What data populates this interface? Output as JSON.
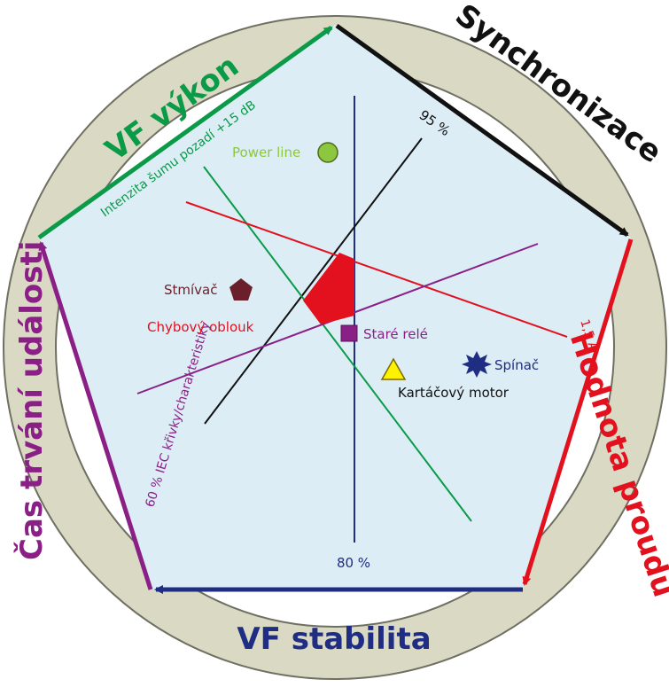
{
  "ring_labels": {
    "top_left": "VF výkon",
    "top_right": "Synchronizace",
    "right": "Hodnota proudu",
    "bottom": "VF stabilita",
    "left": "Čas trvání události"
  },
  "axis_labels": {
    "green": "Intenzita šumu pozadí +15 dB",
    "purple": "60 % IEC křivky/charakteristiky",
    "black": "95 %",
    "red": "1,5 A",
    "blue": "80 %"
  },
  "markers": {
    "power_line": "Power line",
    "stmivac": "Stmívač",
    "chybovy_oblouk": "Chybový oblouk",
    "stare_rele": "Staré relé",
    "spinac": "Spínač",
    "kartacovy_motor": "Kartáčový motor"
  },
  "colors": {
    "ring_fill": "#d9d9c4",
    "pentagon_fill": "#dcedf6",
    "vf_vykon": "#0a9a48",
    "synchronizace": "#111111",
    "hodnota_proudu": "#e3101e",
    "vf_stabilita": "#1f2d83",
    "cas_trvani": "#8a1f86",
    "power_line_green": "#8dc63f",
    "stmivac_brown": "#6b1f2a",
    "stare_rele_purple": "#8a1f86",
    "kartac_yellow": "#fff200",
    "spinac_navy": "#1f2d83",
    "red_zone": "#e3101e"
  },
  "icons": {
    "power_line": "circle",
    "stmivac": "pentagon",
    "stare_rele": "square",
    "kartacovy_motor": "triangle",
    "spinac": "star"
  }
}
